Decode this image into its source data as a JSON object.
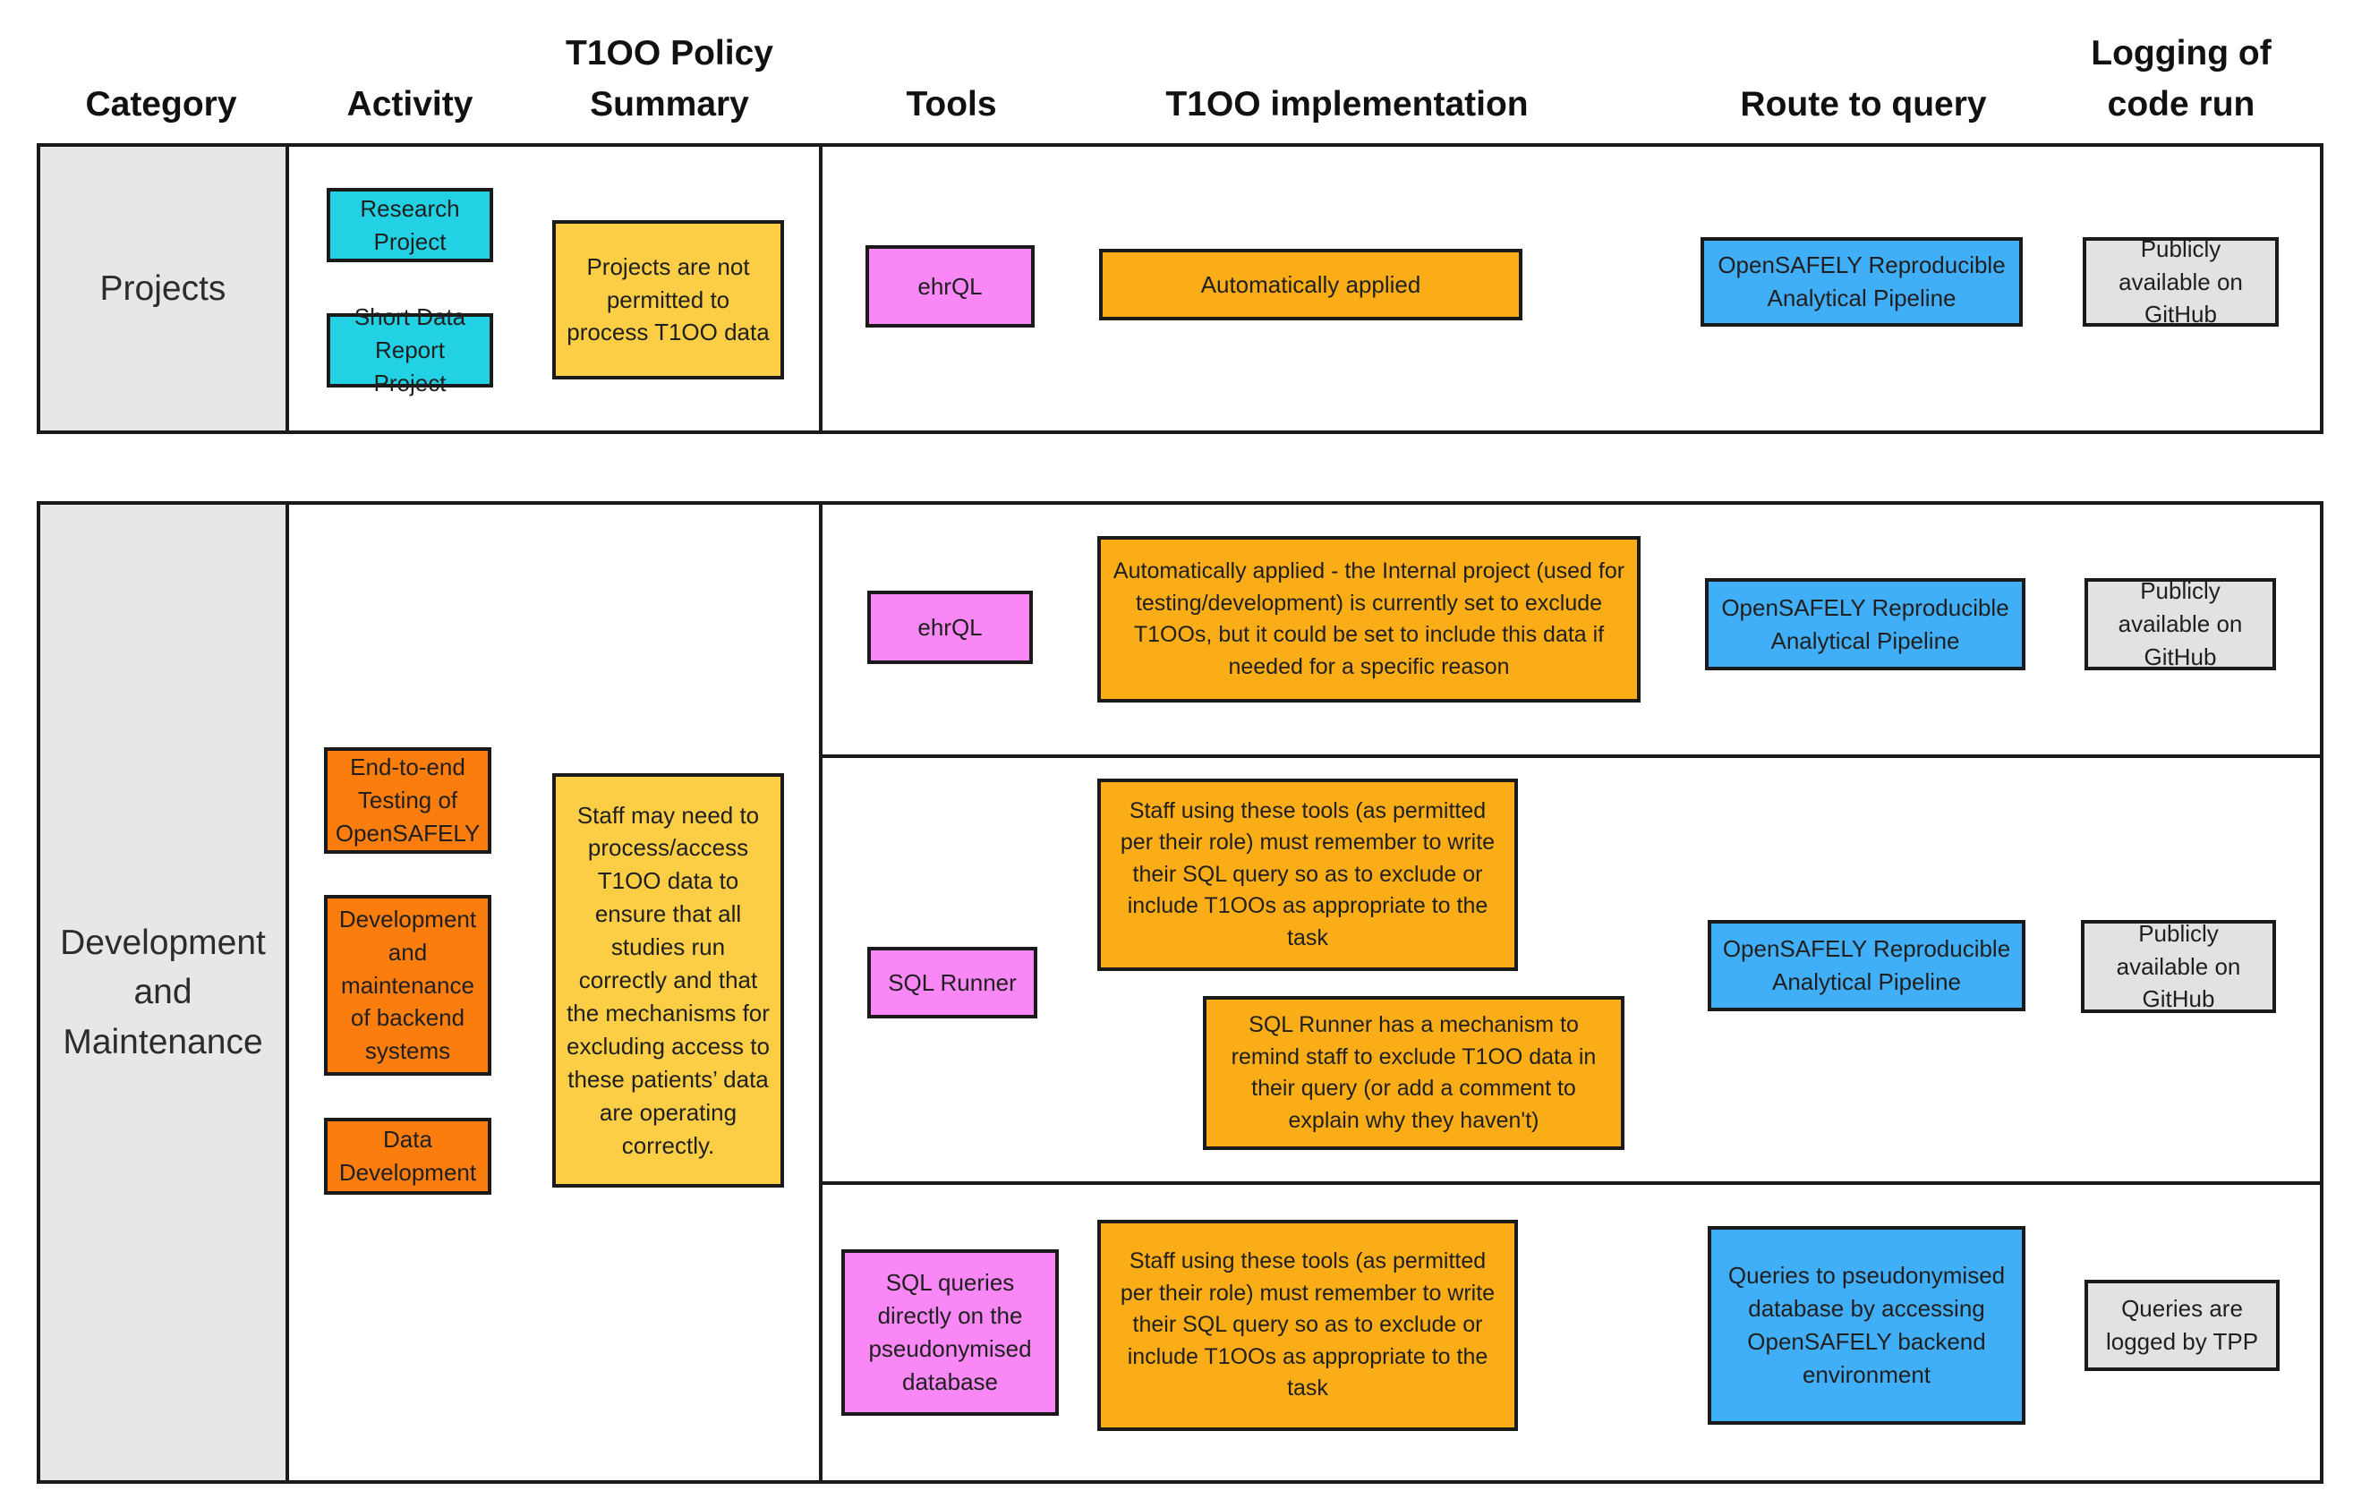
{
  "palette": {
    "cyan": "#22D2E4",
    "orange_deep": "#FA7D0E",
    "amber": "#FBAD18",
    "yellow": "#FBCE45",
    "pink": "#F987F6",
    "blue": "#41AFF8",
    "gray_box": "#E2E2E2",
    "category_bg": "#E7E7E7"
  },
  "headers": {
    "category": "Category",
    "activity": "Activity",
    "policy_line1": "T1OO Policy",
    "policy_line2": "Summary",
    "tools": "Tools",
    "implementation": "T1OO implementation",
    "route": "Route to query",
    "logging_line1": "Logging of",
    "logging_line2": "code run"
  },
  "projects": {
    "category": "Projects",
    "activities": [
      "Research Project",
      "Short Data Report Project"
    ],
    "policy": "Projects are not permitted to process T1OO data",
    "tool": "ehrQL",
    "implementation": "Automatically applied",
    "route": "OpenSAFELY Reproducible Analytical Pipeline",
    "logging": "Publicly available on GitHub"
  },
  "dev_maintenance": {
    "category": "Development and Maintenance",
    "activities": [
      "End-to-end Testing of OpenSAFELY",
      "Development and maintenance of backend systems",
      "Data Development"
    ],
    "policy": "Staff may need to process/access T1OO data to ensure that all studies run correctly and that the mechanisms for excluding access to these patients’ data are operating correctly.",
    "ehrql_row": {
      "tool": "ehrQL",
      "implementation": "Automatically applied - the Internal project (used for testing/development) is currently set to exclude T1OOs, but it could be set to include this data if needed for a specific reason",
      "route": "OpenSAFELY Reproducible Analytical Pipeline",
      "logging": "Publicly available on GitHub"
    },
    "sql_runner_row": {
      "tool": "SQL Runner",
      "implementation_note1": "Staff using these tools (as permitted per their role) must remember to write their SQL query so as to exclude or include T1OOs as appropriate to the task",
      "implementation_note2": "SQL Runner has a mechanism to remind staff to exclude T1OO data in their query (or add a comment to explain why they haven't)",
      "route": "OpenSAFELY Reproducible Analytical Pipeline",
      "logging": "Publicly available on GitHub"
    },
    "sql_direct_row": {
      "tool": "SQL queries directly on the pseudonymised database",
      "implementation": "Staff using these tools (as permitted per their role) must remember to write their SQL query so as to exclude or include T1OOs as appropriate to the task",
      "route": "Queries to pseudonymised database by accessing OpenSAFELY backend environment",
      "logging": "Queries are logged by TPP"
    }
  }
}
